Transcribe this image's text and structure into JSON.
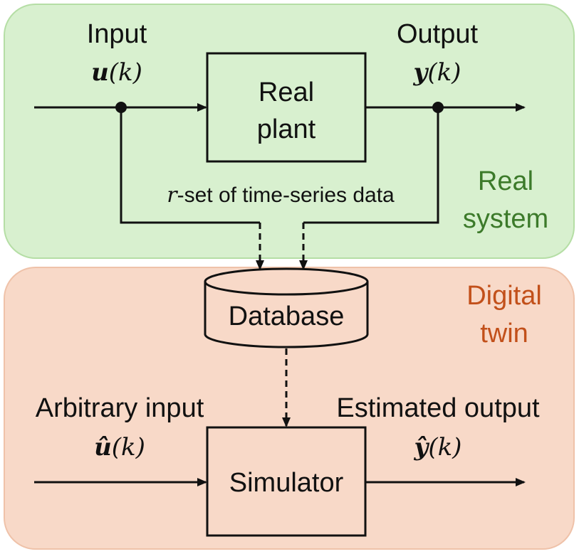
{
  "real_system": {
    "label_line1": "Real",
    "label_line2": "system",
    "color": "#3c7a2a",
    "fill": "#d8f0cf",
    "stroke": "#b5dea5"
  },
  "digital_twin": {
    "label_line1": "Digital",
    "label_line2": "twin",
    "color": "#c2501a",
    "fill": "#f8d9c8",
    "stroke": "#efc2a9"
  },
  "input": {
    "label": "Input",
    "var": "u",
    "arg": "(k)"
  },
  "output": {
    "label": "Output",
    "var": "y",
    "arg": "(k)"
  },
  "plant": {
    "line1": "Real",
    "line2": "plant"
  },
  "data_label": {
    "var": "r",
    "text": "-set of time-series data"
  },
  "database": {
    "label": "Database"
  },
  "arbitrary_input": {
    "label": "Arbitrary input",
    "var": "û",
    "arg": "(k)"
  },
  "estimated_output": {
    "label": "Estimated output",
    "var": "ŷ",
    "arg": "(k)"
  },
  "simulator": {
    "label": "Simulator"
  }
}
